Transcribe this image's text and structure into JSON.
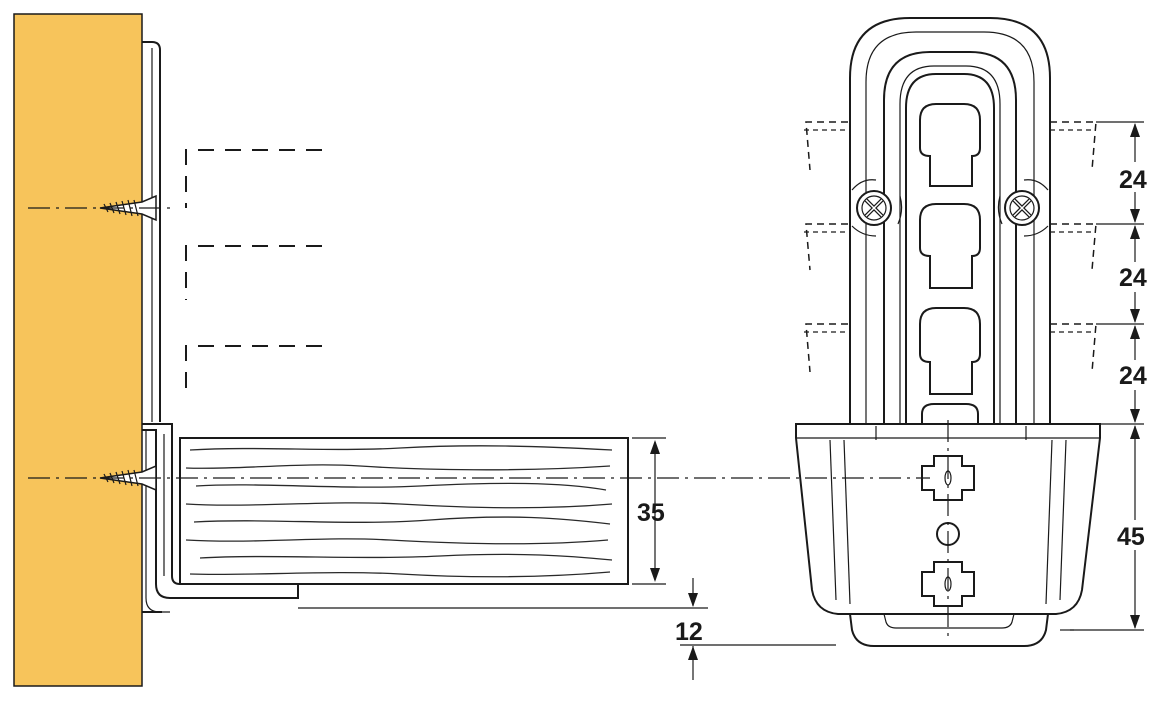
{
  "colors": {
    "wall": "#f7c45b",
    "line": "#1a1a1a",
    "background": "#ffffff"
  },
  "dimensions": {
    "pitch_1": "24",
    "pitch_2": "24",
    "pitch_3": "24",
    "bracket_height": "45",
    "shelf_thickness": "35",
    "offset": "12"
  }
}
